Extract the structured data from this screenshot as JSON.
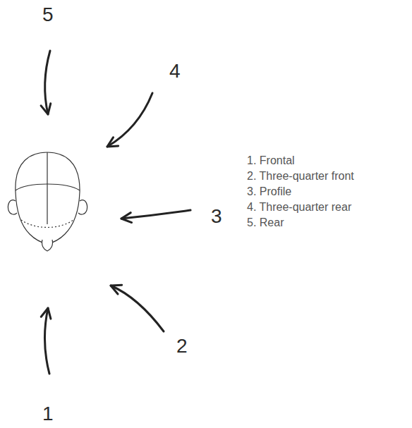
{
  "diagram": {
    "labels": [
      "5",
      "4",
      "3",
      "1. Frontal",
      "2. Three-quarter front",
      "3. Profile",
      "4. Three-quarter rear",
      "5. Rear",
      "2",
      "1"
    ]
  }
}
